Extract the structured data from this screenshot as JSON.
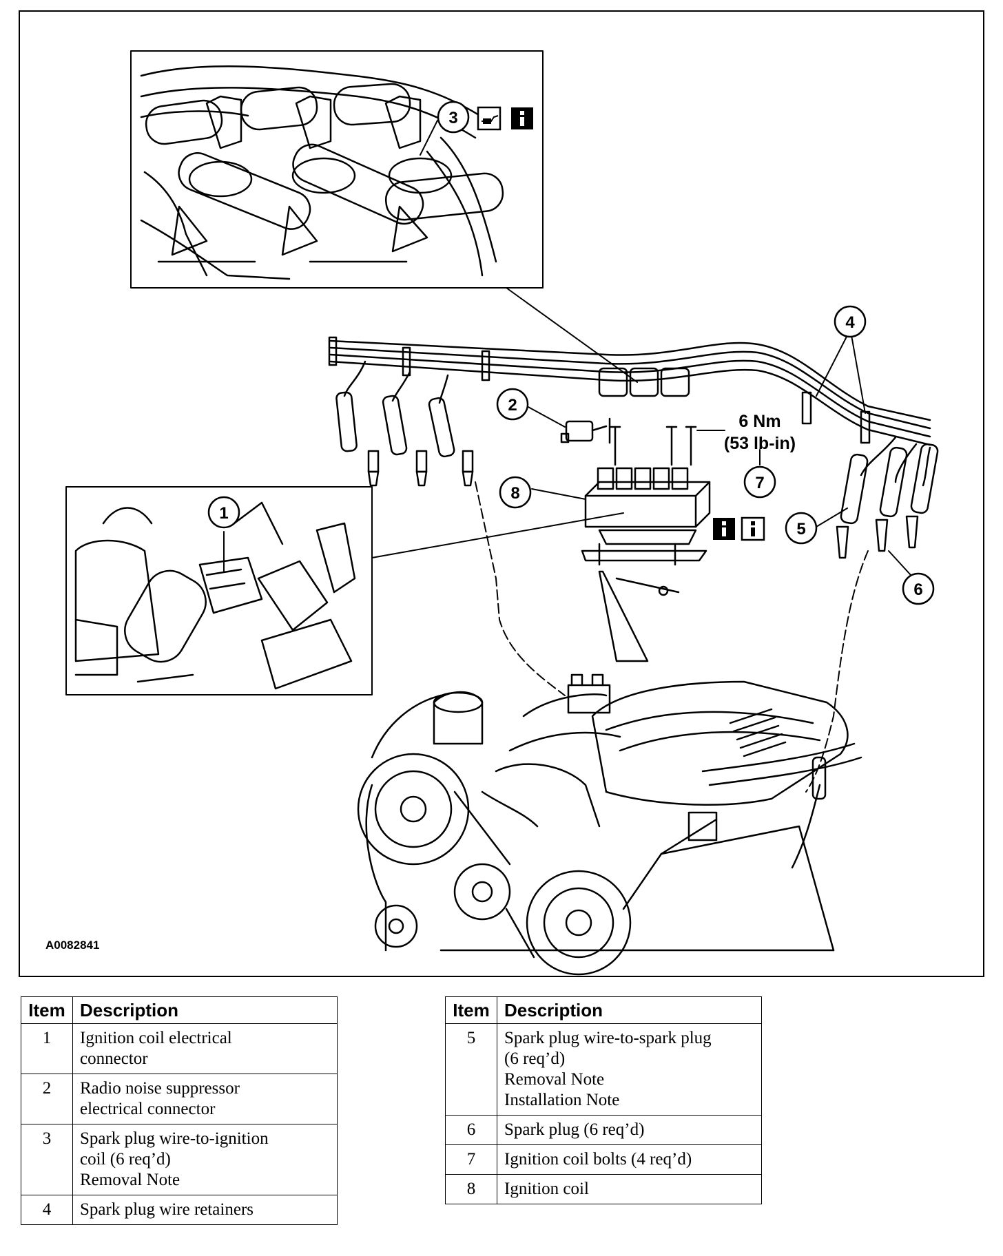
{
  "figure": {
    "figure_id": "A0082841",
    "torque_line1": "6 Nm",
    "torque_line2": "(53 lb-in)",
    "callouts": [
      "1",
      "2",
      "3",
      "4",
      "5",
      "6",
      "7",
      "8"
    ],
    "icons": [
      "oil-can-icon",
      "info-icon",
      "info-icon-outline"
    ]
  },
  "legend_left": {
    "headers": {
      "item": "Item",
      "description": "Description"
    },
    "rows": [
      {
        "item": "1",
        "lines": [
          "Ignition coil electrical",
          "connector"
        ]
      },
      {
        "item": "2",
        "lines": [
          "Radio noise suppressor",
          "electrical connector"
        ]
      },
      {
        "item": "3",
        "lines": [
          "Spark plug wire-to-ignition",
          "coil (6 req’d)",
          "Removal Note"
        ]
      },
      {
        "item": "4",
        "lines": [
          "Spark plug wire retainers"
        ]
      }
    ]
  },
  "legend_right": {
    "headers": {
      "item": "Item",
      "description": "Description"
    },
    "rows": [
      {
        "item": "5",
        "lines": [
          "Spark plug wire-to-spark plug",
          "(6 req’d)",
          "Removal Note",
          "Installation Note"
        ]
      },
      {
        "item": "6",
        "lines": [
          "Spark plug (6 req’d)"
        ]
      },
      {
        "item": "7",
        "lines": [
          "Ignition coil bolts (4 req’d)"
        ]
      },
      {
        "item": "8",
        "lines": [
          "Ignition coil"
        ]
      }
    ]
  }
}
